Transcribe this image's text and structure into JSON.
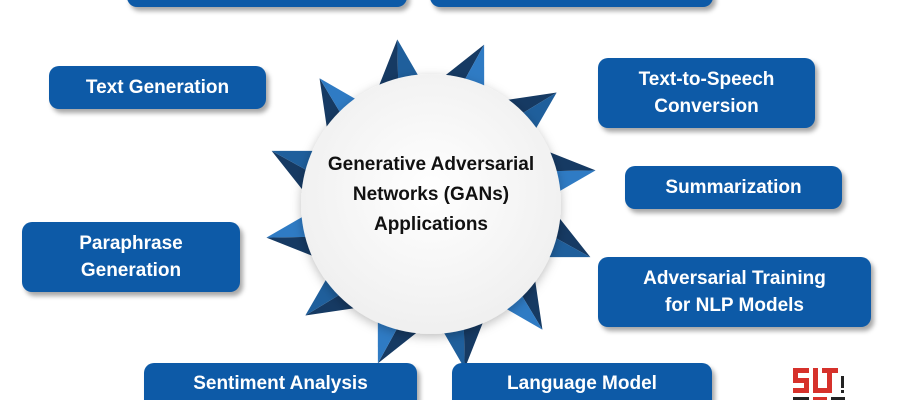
{
  "center": {
    "lines": [
      "Generative Adversarial",
      "Networks (GANs)",
      "Applications"
    ]
  },
  "boxes": {
    "top_left_cut": "",
    "top_right_cut": "",
    "text_generation": "Text Generation",
    "text_to_speech": [
      "Text-to-Speech",
      "Conversion"
    ],
    "summarization": "Summarization",
    "paraphrase": [
      "Paraphrase",
      "Generation"
    ],
    "adversarial_training": [
      "Adversarial Training",
      "for NLP Models"
    ],
    "sentiment_analysis": "Sentiment Analysis",
    "language_model": "Language Model"
  },
  "colors": {
    "box_fill": "#0d5aa7",
    "triangle_dark": "#163a63",
    "triangle_mid": "#1f5f9c",
    "triangle_light": "#2f7bc4",
    "logo_red": "#d6312b",
    "logo_dark": "#222222"
  },
  "logo": {
    "icon": "logo-mark"
  }
}
